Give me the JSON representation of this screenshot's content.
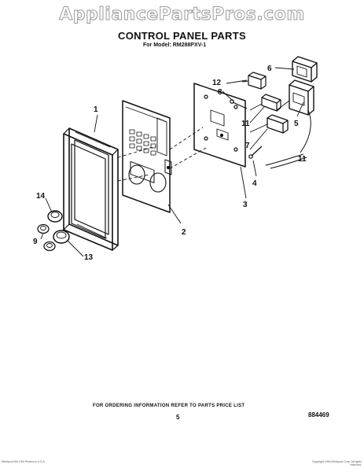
{
  "watermark": "AppliancePartsPros.com",
  "title": "CONTROL PANEL PARTS",
  "subtitle": "For Model: RM288PXV-1",
  "callouts": {
    "c1": "1",
    "c2": "2",
    "c3": "3",
    "c4": "4",
    "c5": "5",
    "c6": "6",
    "c7": "7",
    "c8": "8",
    "c9": "9",
    "c11a": "11",
    "c11b": "11",
    "c12": "12",
    "c13": "13",
    "c14": "14"
  },
  "footer": {
    "order_note": "FOR ORDERING INFORMATION REFER TO PARTS PRICE LIST",
    "page_number": "5",
    "doc_code": "884469",
    "fine_print_left": "Whirlpool Ref 2/94\nPrinted in U.S.A.",
    "fine_print_right": "Copyright 1994 Whirlpool Corp.\nAll rights reserved."
  },
  "colors": {
    "ink": "#111111",
    "paper": "#ffffff",
    "watermark_outline": "#9a9a9a"
  }
}
